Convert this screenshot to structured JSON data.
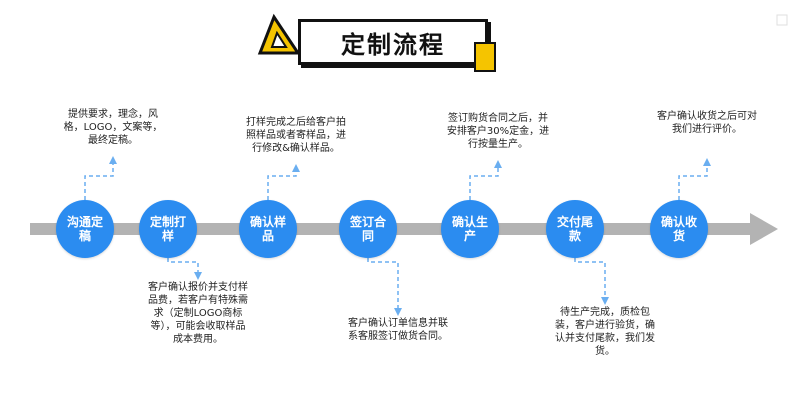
{
  "title": "定制流程",
  "steps": [
    {
      "label": "沟通定稿",
      "note": "提供要求，理念，风\n格，LOGO，文案等，\n最终定稿。",
      "note_pos": "top"
    },
    {
      "label": "定制打样",
      "note": "客户确认报价并支付样\n品费，若客户有特殊需\n求（定制LOGO商标\n等），可能会收取样品\n成本费用。",
      "note_pos": "bottom"
    },
    {
      "label": "确认样品",
      "note": "打样完成之后给客户拍\n照样品或者寄样品，进\n行修改&确认样品。",
      "note_pos": "top"
    },
    {
      "label": "签订合同",
      "note": "客户确认订单信息并联\n系客服签订做货合同。",
      "note_pos": "bottom"
    },
    {
      "label": "确认生产",
      "note": "签订购货合同之后，并\n安排客户30%定金，进\n行按量生产。",
      "note_pos": "top"
    },
    {
      "label": "交付尾款",
      "note": "待生产完成，质检包\n装，客户进行验货，确\n认并支付尾款，我们发\n货。",
      "note_pos": "bottom"
    },
    {
      "label": "确认收货",
      "note": "客户确认收货之后可对\n我们进行评价。",
      "note_pos": "top"
    }
  ],
  "colors": {
    "node": "#2b8cf0",
    "arrow": "#b3b3b3",
    "dash": "#6aaef0",
    "accent": "#f5c400"
  }
}
